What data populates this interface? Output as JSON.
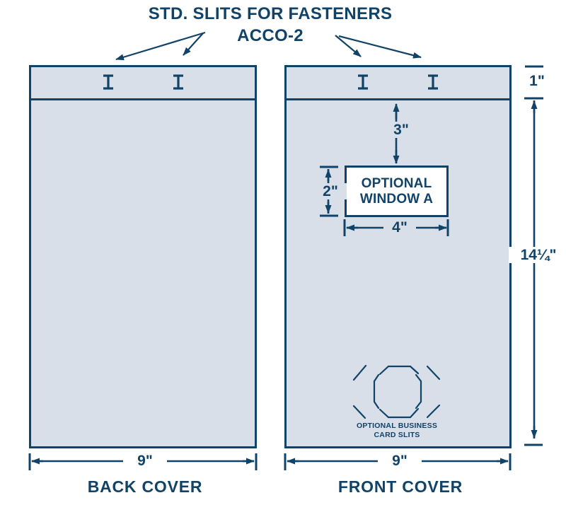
{
  "title": {
    "line1": "STD. SLITS FOR FASTENERS",
    "line2": "ACCO-2"
  },
  "covers": {
    "back": {
      "label": "BACK COVER",
      "width_dim": "9\""
    },
    "front": {
      "label": "FRONT COVER",
      "width_dim": "9\""
    }
  },
  "dims": {
    "strip_height": "1\"",
    "body_height": "14¼\"",
    "window_offset_top": "3\"",
    "window_height": "2\"",
    "window_width": "4\""
  },
  "window": {
    "line1": "OPTIONAL",
    "line2": "WINDOW A"
  },
  "business_card": {
    "line1": "OPTIONAL BUSINESS",
    "line2": "CARD SLITS"
  },
  "colors": {
    "navy": "#114368",
    "cover_fill": "#d8dfe9",
    "window_fill": "#ffffff"
  }
}
